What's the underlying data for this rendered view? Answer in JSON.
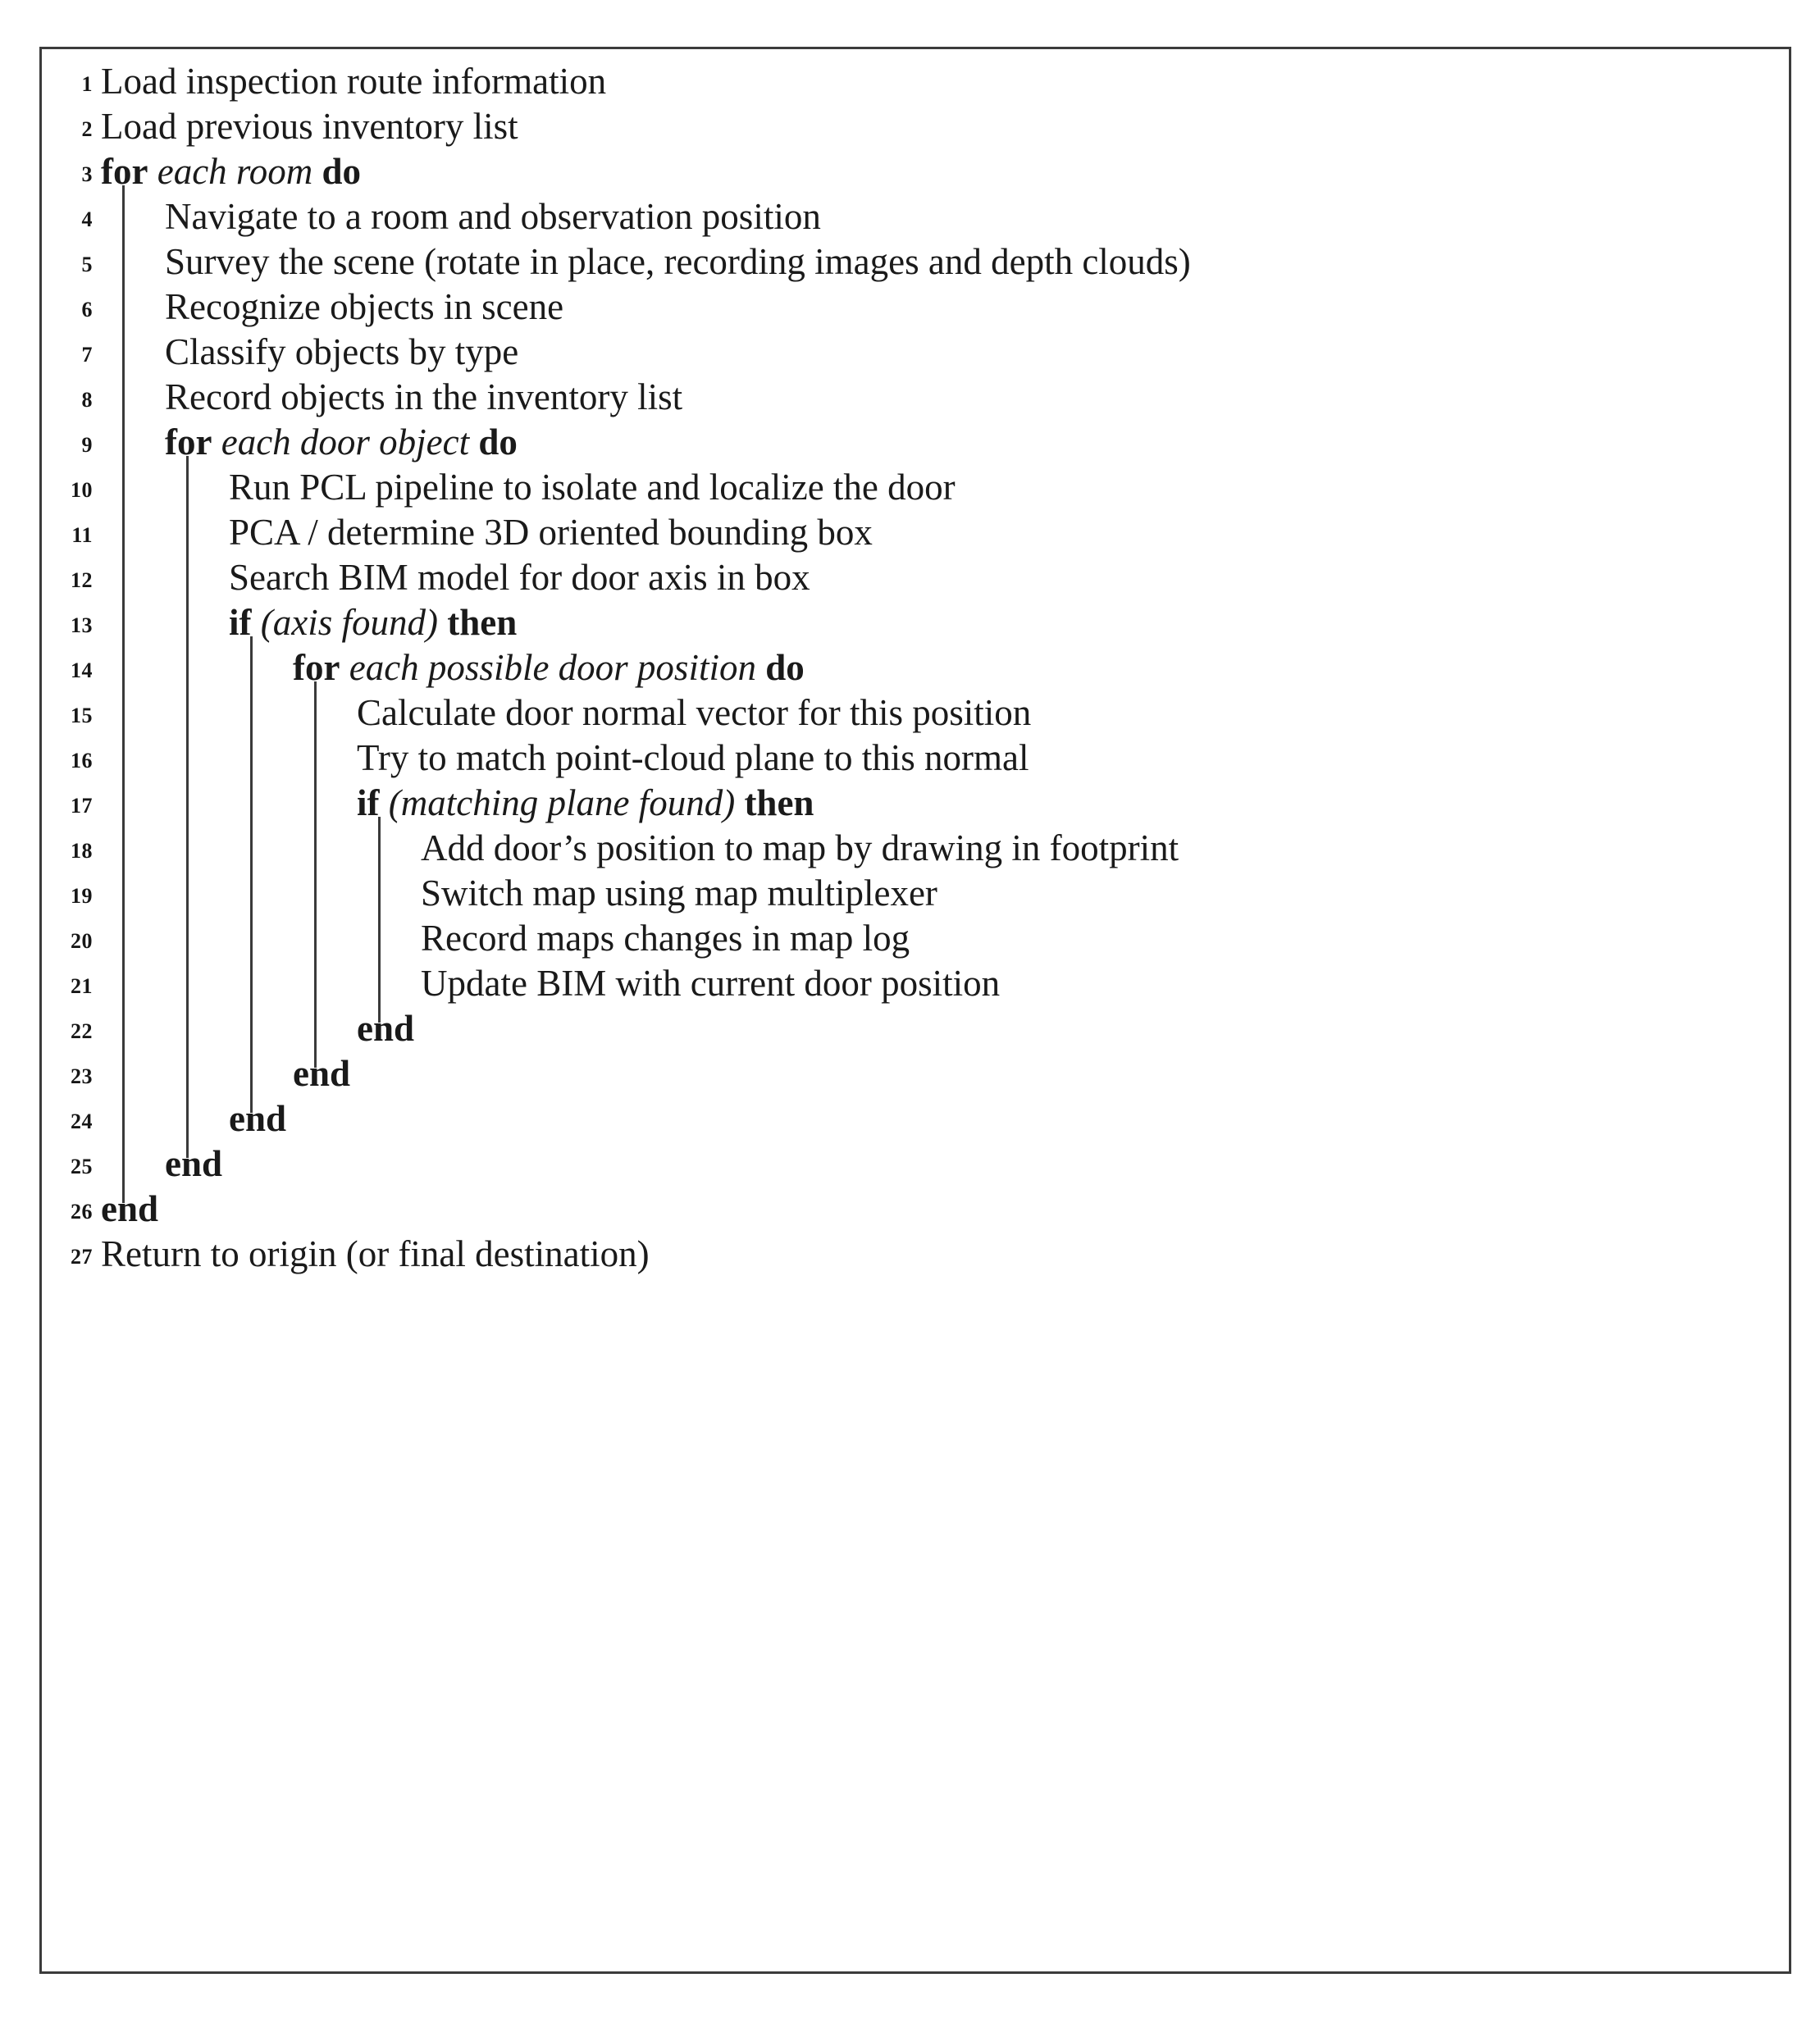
{
  "algorithm": {
    "frame": {
      "border_color": "#3b3b3b",
      "background": "#ffffff"
    },
    "lines": [
      {
        "n": "1",
        "depth": 0,
        "text": "Load inspection route information"
      },
      {
        "n": "2",
        "depth": 0,
        "text": "Load previous inventory list"
      },
      {
        "n": "3",
        "depth": 0,
        "kw1": "for",
        "em": "each room",
        "kw2": "do"
      },
      {
        "n": "4",
        "depth": 1,
        "text": "Navigate to a room and observation position"
      },
      {
        "n": "5",
        "depth": 1,
        "text": "Survey the scene (rotate in place, recording images and depth clouds)"
      },
      {
        "n": "6",
        "depth": 1,
        "text": "Recognize objects in scene"
      },
      {
        "n": "7",
        "depth": 1,
        "text": "Classify objects by type"
      },
      {
        "n": "8",
        "depth": 1,
        "text": "Record objects in the inventory list"
      },
      {
        "n": "9",
        "depth": 1,
        "kw1": "for",
        "em": "each door object",
        "kw2": "do"
      },
      {
        "n": "10",
        "depth": 2,
        "text": "Run PCL pipeline to isolate and localize the door"
      },
      {
        "n": "11",
        "depth": 2,
        "text": "PCA / determine 3D oriented bounding box"
      },
      {
        "n": "12",
        "depth": 2,
        "text": "Search BIM model for door axis in box"
      },
      {
        "n": "13",
        "depth": 2,
        "kw1": "if",
        "em": "(axis found)",
        "kw2": "then"
      },
      {
        "n": "14",
        "depth": 3,
        "kw1": "for",
        "em": "each possible door position",
        "kw2": "do"
      },
      {
        "n": "15",
        "depth": 4,
        "text": "Calculate door normal vector for this position"
      },
      {
        "n": "16",
        "depth": 4,
        "text": "Try to match point-cloud plane to this normal"
      },
      {
        "n": "17",
        "depth": 4,
        "kw1": "if",
        "em": "(matching plane found)",
        "kw2": "then"
      },
      {
        "n": "18",
        "depth": 5,
        "text": "Add door’s position to map by drawing in footprint"
      },
      {
        "n": "19",
        "depth": 5,
        "text": "Switch map using map multiplexer"
      },
      {
        "n": "20",
        "depth": 5,
        "text": "Record maps changes in map log"
      },
      {
        "n": "21",
        "depth": 5,
        "text": "Update BIM with current door position"
      },
      {
        "n": "22",
        "depth": 4,
        "kw1": "end"
      },
      {
        "n": "23",
        "depth": 3,
        "kw1": "end"
      },
      {
        "n": "24",
        "depth": 2,
        "kw1": "end"
      },
      {
        "n": "25",
        "depth": 1,
        "kw1": "end"
      },
      {
        "n": "26",
        "depth": 0,
        "kw1": "end"
      },
      {
        "n": "27",
        "depth": 0,
        "text": "Return to origin (or final destination)"
      }
    ]
  }
}
